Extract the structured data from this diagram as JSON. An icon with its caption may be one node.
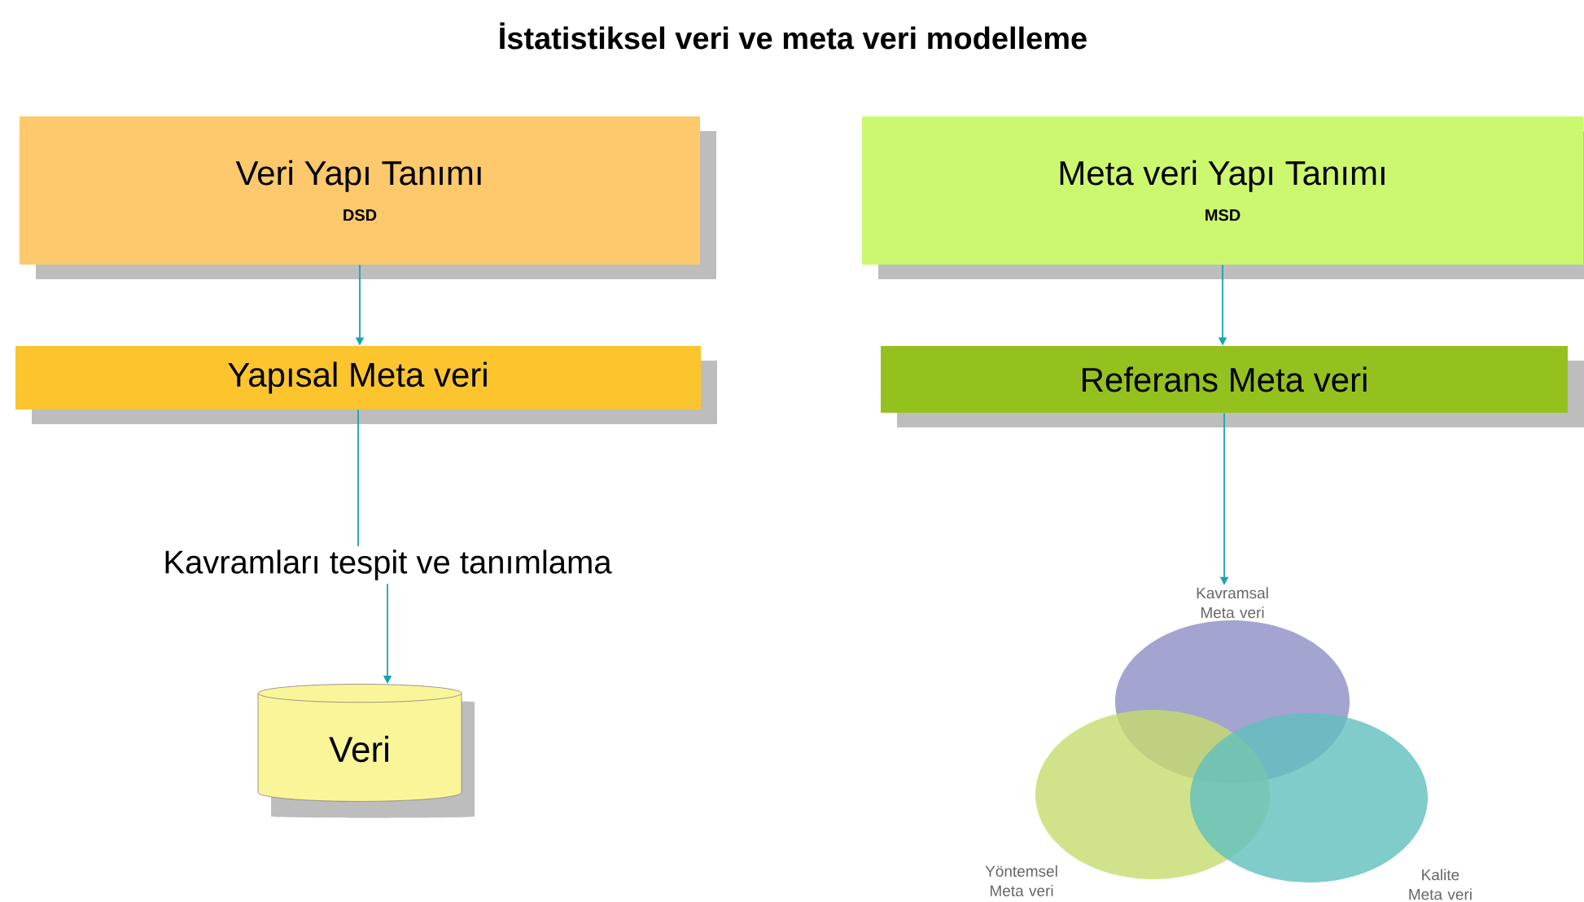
{
  "diagram": {
    "title": "İstatistiksel veri ve meta veri modelleme",
    "nodes": [
      {
        "text": [
          "Veri Yapı Tanımı",
          "DSD"
        ]
      },
      {
        "text": [
          "Yapısal Meta veri"
        ]
      },
      {
        "text": [
          "Kavramları tespit ve tanımlama"
        ]
      },
      {
        "text": [
          "Veri"
        ]
      },
      {
        "text": [
          "Meta veri Yapı Tanımı",
          "MSD"
        ]
      },
      {
        "text": [
          "Referans Meta veri"
        ]
      },
      {
        "text": [
          "Kavramsal Meta veri"
        ]
      },
      {
        "text": [
          "Yöntemsel Meta veri"
        ]
      },
      {
        "text": [
          "Kalite Meta veri"
        ]
      }
    ],
    "edges": [
      {
        "from": 0,
        "to": 1,
        "arrow": "to"
      },
      {
        "from": 1,
        "to": 2,
        "arrow": "none"
      },
      {
        "from": 2,
        "to": 3,
        "arrow": "to"
      },
      {
        "from": 4,
        "to": 5,
        "arrow": "to"
      },
      {
        "from": 5,
        "to": 6,
        "arrow": "to"
      }
    ]
  }
}
